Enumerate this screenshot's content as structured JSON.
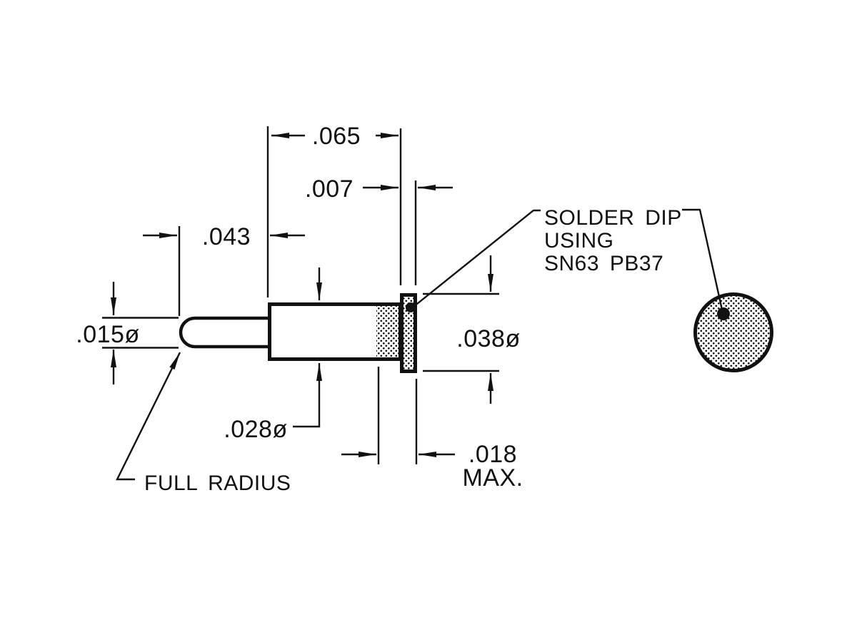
{
  "drawing": {
    "kind": "technical-drawing",
    "colors": {
      "line": "#111111",
      "background": "#ffffff"
    },
    "dimensions": {
      "body_length": ".065",
      "flange_thickness": ".007",
      "tip_length": ".043",
      "tip_diameter": ".015ø",
      "flange_diameter": ".038ø",
      "body_diameter": ".028ø",
      "solder_dip_length": ".018",
      "solder_dip_qualifier": "MAX."
    },
    "notes": {
      "solder_dip_line1": "SOLDER DIP",
      "solder_dip_line2": "USING",
      "solder_dip_line3": "SN63 PB37",
      "full_radius": "FULL RADIUS"
    }
  }
}
